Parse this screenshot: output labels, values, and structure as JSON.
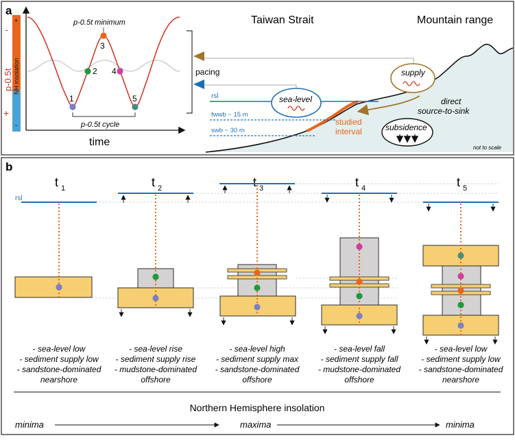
{
  "panel_a": {
    "label": "a",
    "minimum_label": "p-0.5t minimum",
    "cycle_label": "p-0.5t cycle",
    "time_label": "time",
    "y_axis_label": "p-0.5t",
    "minus_sign": "-",
    "plus_sign": "+",
    "bar_label": "NH insolation",
    "bar_top_sign": "+",
    "bar_bottom_sign": "-",
    "points": [
      "1",
      "2",
      "3",
      "4",
      "5"
    ],
    "point_colors": [
      "#7b7fc4",
      "#1f9a3c",
      "#e8661c",
      "#cf3ea0",
      "#4a8a86"
    ],
    "pacing_label": "pacing",
    "taiwan_strait": "Taiwan Strait",
    "mountain_range": "Mountain range",
    "supply_label": "supply",
    "sea_level_label": "sea-level",
    "rsl_label": "rsl",
    "fwwb_label": "fwwb ~ 15 m",
    "swb_label": "swb ~ 30 m",
    "studied_interval": [
      "studied",
      "interval"
    ],
    "subsidence_label": "subsidence",
    "direct_label": [
      "direct",
      "source-to-sink"
    ],
    "not_to_scale": "not to scale"
  },
  "panel_b": {
    "label": "b",
    "rsl_label": "rsl",
    "stages": [
      {
        "t": "t",
        "sub": "1",
        "notes": [
          "- sea-level low",
          "- sediment supply low",
          "- sandstone-dominated",
          "nearshore"
        ]
      },
      {
        "t": "t",
        "sub": "2",
        "notes": [
          "- sea-level rise",
          "- sediment supply rise",
          "- mudstone-dominated",
          "offshore"
        ]
      },
      {
        "t": "t",
        "sub": "3",
        "notes": [
          "- sea-level high",
          "- sediment supply max",
          "- sandstone-dominated",
          "offshore"
        ]
      },
      {
        "t": "t",
        "sub": "4",
        "notes": [
          "- sea-level fall",
          "- sediment supply fall",
          "- mudstone-dominated",
          "offshore"
        ]
      },
      {
        "t": "t",
        "sub": "5",
        "notes": [
          "- sea-level low",
          "- sediment supply low",
          "- sandstone-dominated",
          "nearshore"
        ]
      }
    ],
    "insolation_title": "Northern Hemisphere insolation",
    "insolation_axis": [
      "minima",
      "maxima",
      "minima"
    ]
  },
  "colors": {
    "sand": "#f6cf72",
    "sand_stroke": "#2b2b2b",
    "mud": "#d4d2d2",
    "rsl_blue": "#1f6fb5",
    "orange": "#e8661c",
    "red_curve": "#d3311f",
    "supply_brown": "#a0742a",
    "land": "#e3eeee"
  }
}
